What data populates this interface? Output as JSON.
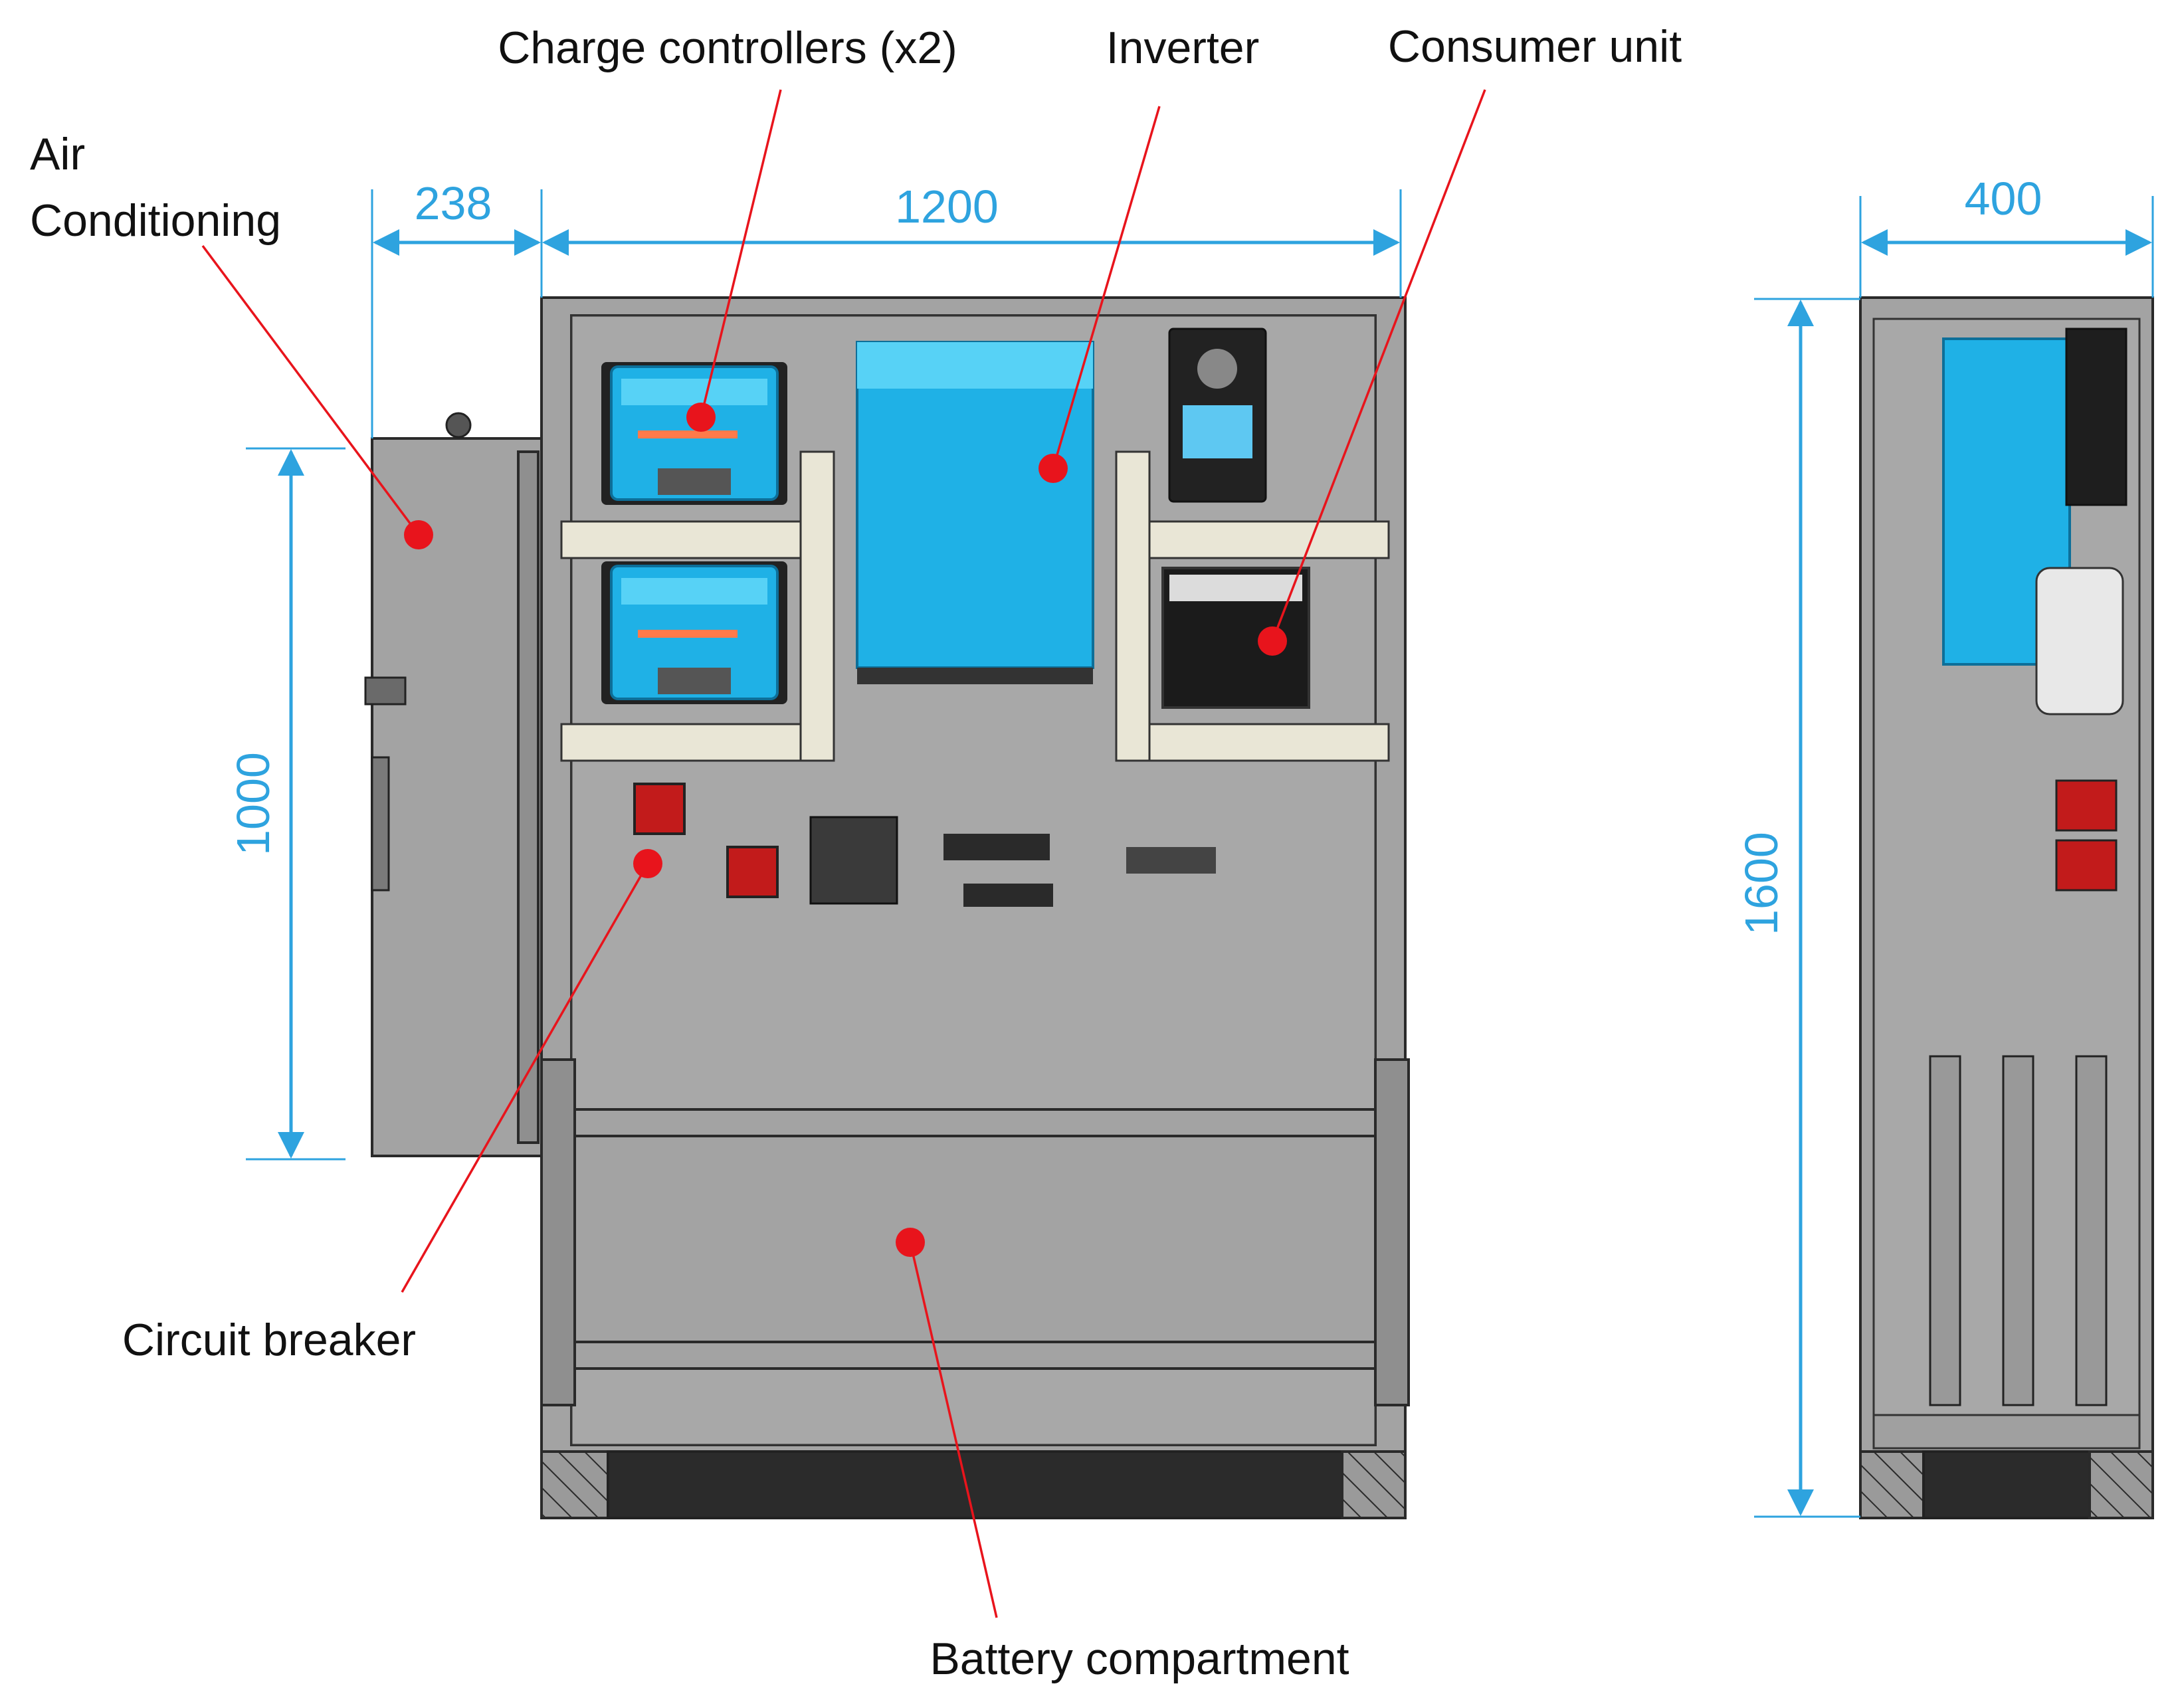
{
  "labels": {
    "air_conditioning_line1": "Air",
    "air_conditioning_line2": "Conditioning",
    "charge_controllers": "Charge controllers (x2)",
    "inverter": "Inverter",
    "consumer_unit": "Consumer unit",
    "circuit_breaker": "Circuit breaker",
    "battery_compartment": "Battery compartment"
  },
  "dimensions": {
    "ac_width": "238",
    "cabinet_width": "1200",
    "cabinet_depth": "400",
    "ac_height": "1000",
    "cabinet_height": "1600"
  },
  "colors": {
    "dimension": "#2ea3df",
    "leader": "#e8141c",
    "equipment_blue": "#1fb1e6",
    "steel": "#a3a3a3"
  }
}
